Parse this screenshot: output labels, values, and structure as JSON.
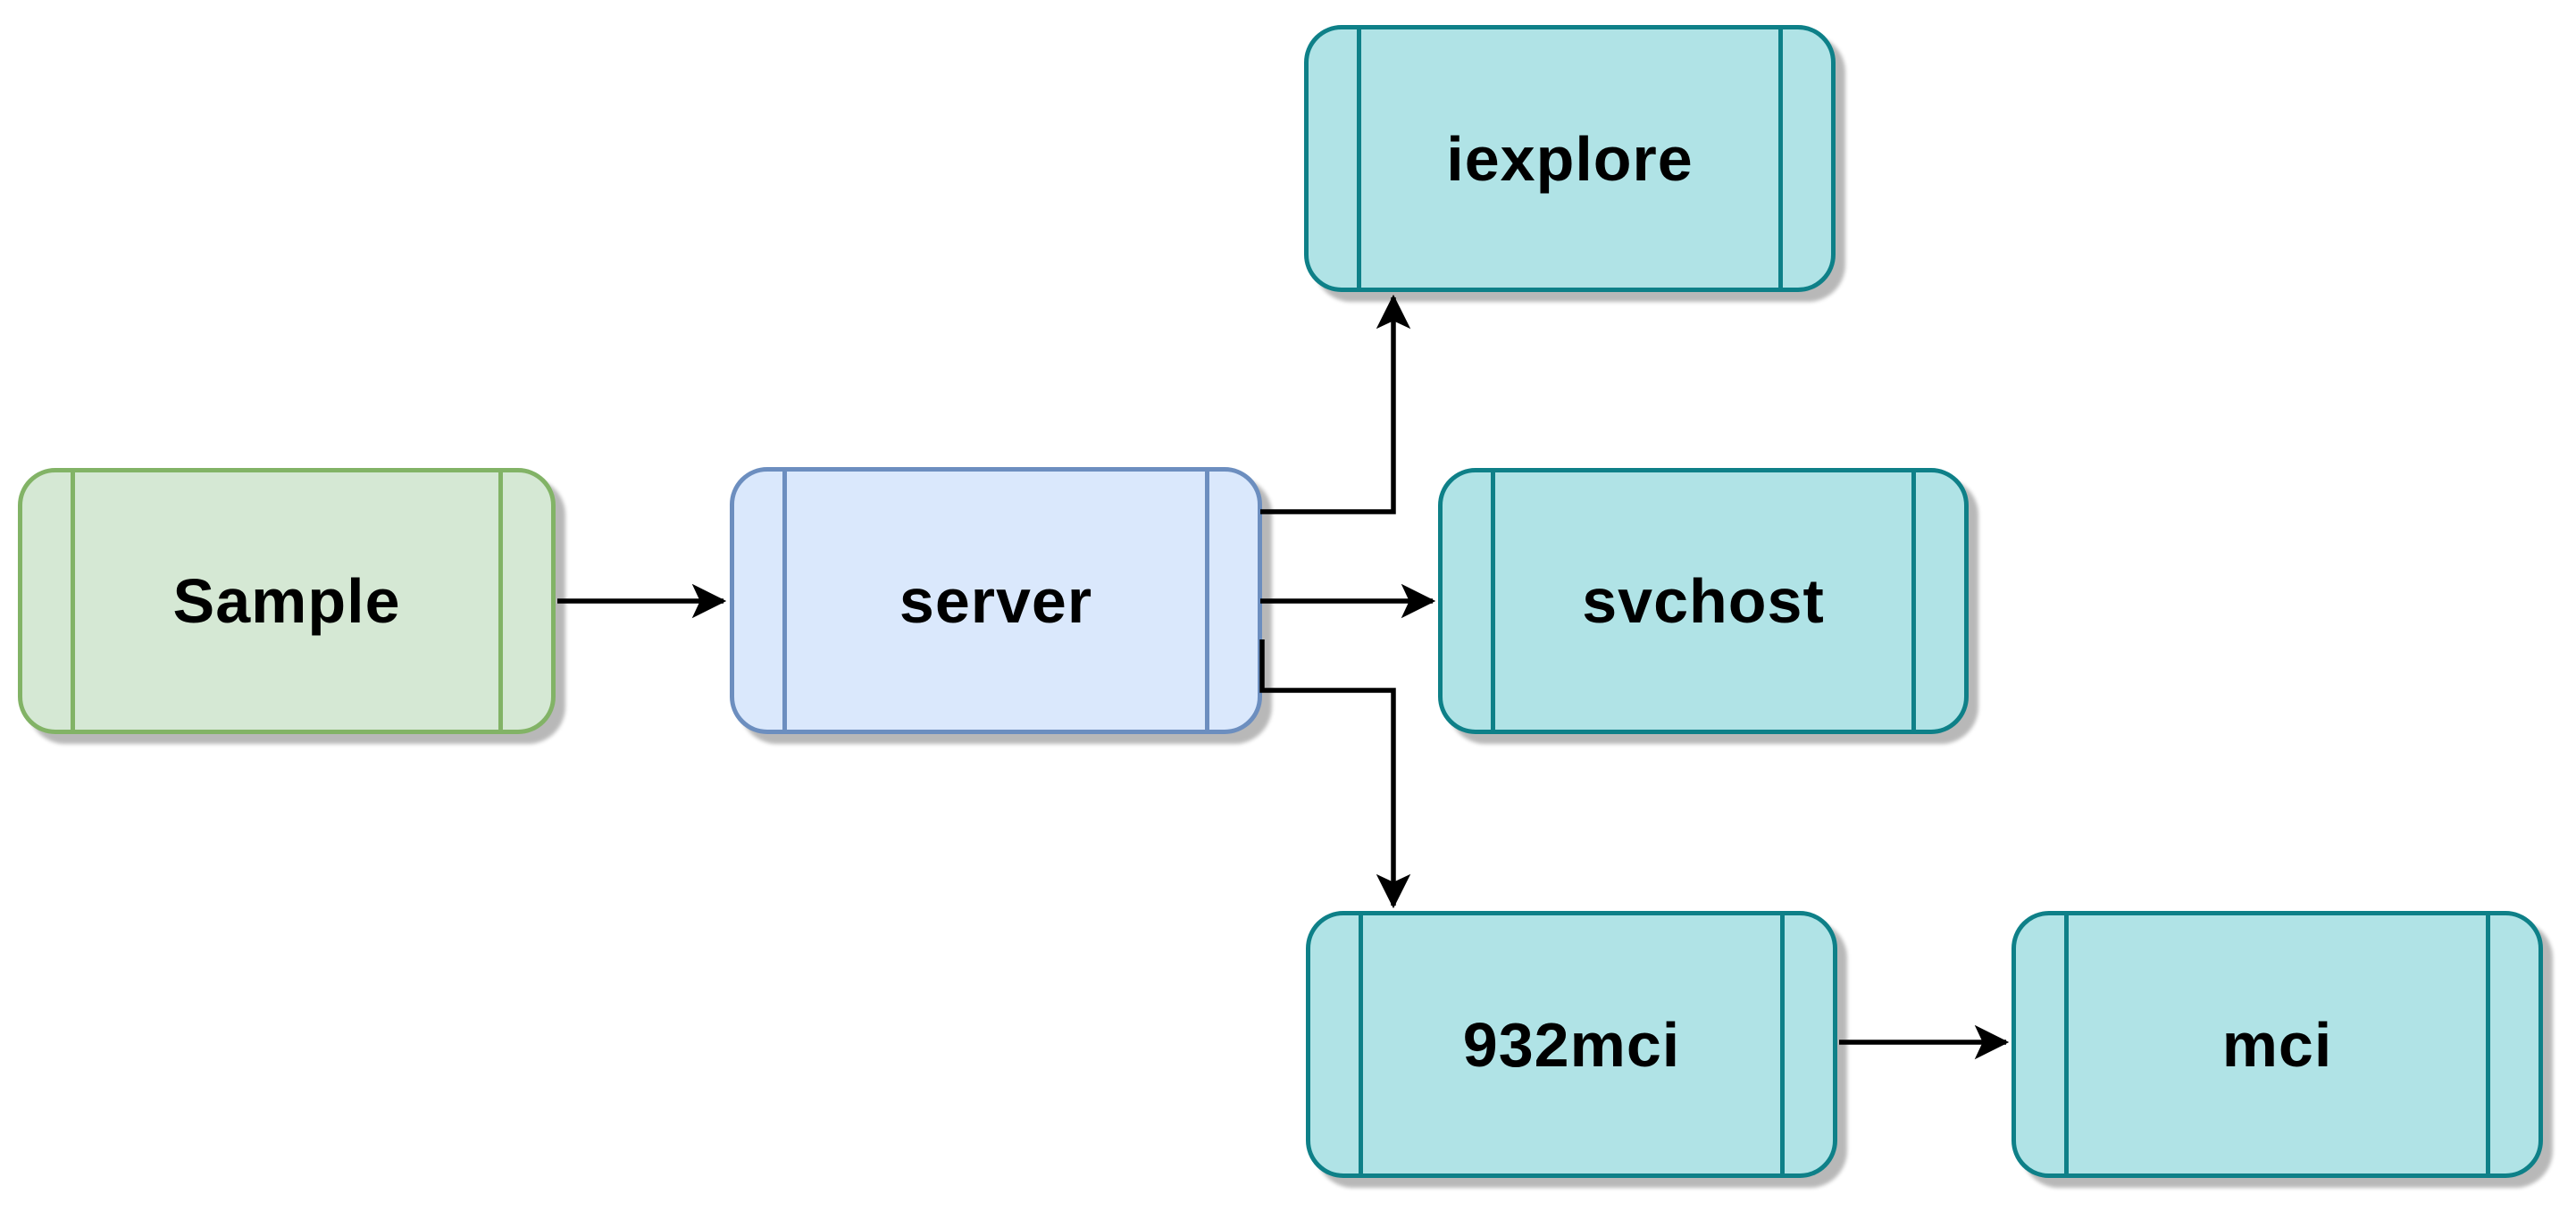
{
  "diagram": {
    "kind": "process-flow-diagram",
    "background": "#ffffff",
    "edge_color": "#000000",
    "palette": {
      "green_fill": "#d5e8d4",
      "green_stroke": "#82b366",
      "blue_fill": "#dae8fc",
      "blue_stroke": "#6c8ebf",
      "teal_fill": "#b0e3e6",
      "teal_stroke": "#0e8088",
      "text": "#000000",
      "shadow": "#b3b3b3"
    },
    "nodes": [
      {
        "id": "sample",
        "label": "Sample",
        "shape": "process",
        "fill": "#d5e8d4",
        "stroke": "#82b366"
      },
      {
        "id": "server",
        "label": "server",
        "shape": "process",
        "fill": "#dae8fc",
        "stroke": "#6c8ebf"
      },
      {
        "id": "iexplore",
        "label": "iexplore",
        "shape": "process",
        "fill": "#b0e3e6",
        "stroke": "#0e8088"
      },
      {
        "id": "svchost",
        "label": "svchost",
        "shape": "process",
        "fill": "#b0e3e6",
        "stroke": "#0e8088"
      },
      {
        "id": "932mci",
        "label": "932mci",
        "shape": "process",
        "fill": "#b0e3e6",
        "stroke": "#0e8088"
      },
      {
        "id": "mci",
        "label": "mci",
        "shape": "process",
        "fill": "#b0e3e6",
        "stroke": "#0e8088"
      }
    ],
    "edges": [
      {
        "from": "Sample",
        "to": "server"
      },
      {
        "from": "server",
        "to": "iexplore"
      },
      {
        "from": "server",
        "to": "svchost"
      },
      {
        "from": "server",
        "to": "932mci"
      },
      {
        "from": "932mci",
        "to": "mci"
      }
    ]
  }
}
